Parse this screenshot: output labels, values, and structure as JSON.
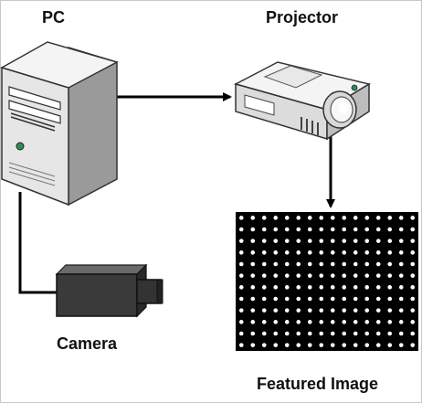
{
  "labels": {
    "pc": "PC",
    "projector": "Projector",
    "camera": "Camera",
    "featured_image": "Featured Image"
  },
  "dot_grid": {
    "rows": 12,
    "cols": 16,
    "background": "#000000",
    "dot_color": "#ffffff"
  },
  "colors": {
    "connector": "#000000",
    "device_light": "#f2f2f2",
    "device_mid": "#cfcfcf",
    "device_dark": "#9a9a9a",
    "camera_body": "#3a3a3a",
    "led_green": "#2e8b57"
  },
  "icons": [
    "pc-tower-icon",
    "projector-icon",
    "camera-icon"
  ]
}
